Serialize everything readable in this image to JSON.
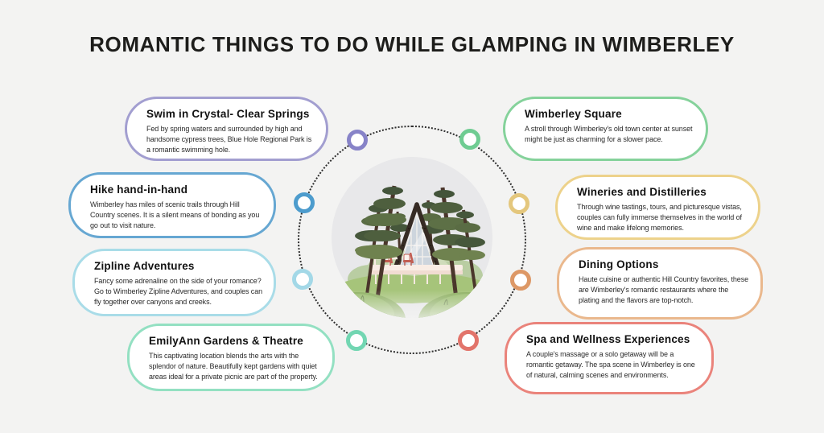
{
  "title": "ROMANTIC THINGS TO DO WHILE GLAMPING IN WIMBERLEY",
  "cards": [
    {
      "title": "Swim in Crystal- Clear Springs",
      "body": "Fed by spring waters and surrounded by high and handsome cypress trees, Blue Hole Regional Park is a romantic swimming hole.",
      "color": "#a29ed0"
    },
    {
      "title": "Hike hand-in-hand",
      "body": "Wimberley has miles of scenic trails through Hill Country scenes. It is a silent means of bonding as you go out to visit nature.",
      "color": "#66a7d2"
    },
    {
      "title": "Zipline Adventures",
      "body": "Fancy some adrenaline on the side of your romance? Go to Wimberley Zipline Adventures, and couples can fly together over canyons and creeks.",
      "color": "#a9dce8"
    },
    {
      "title": "EmilyAnn Gardens & Theatre",
      "body": "This captivating location blends the arts with the splendor of nature. Beautifully kept gardens with quiet areas ideal for a private picnic are part of the property.",
      "color": "#93e0c2"
    },
    {
      "title": "Wimberley Square",
      "body": "A stroll through Wimberley's old town center at sunset might be just as charming for a slower pace.",
      "color": "#85d29b"
    },
    {
      "title": "Wineries and Distilleries",
      "body": "Through wine tastings, tours, and picturesque vistas, couples can fully immerse themselves in the world of wine and make lifelong memories.",
      "color": "#edd28b"
    },
    {
      "title": "Dining Options",
      "body": "Haute cuisine or authentic Hill Country favorites, these are Wimberley's romantic restaurants where the plating and the flavors are top-notch.",
      "color": "#eab88d"
    },
    {
      "title": "Spa and Wellness Experiences",
      "body": "A couple's massage or a solo getaway will be a romantic getaway. The spa scene in Wimberley is one of natural, calming scenes and environments.",
      "color": "#ea837b"
    }
  ],
  "rings": [
    {
      "color": "#8783c8"
    },
    {
      "color": "#4d9ccd"
    },
    {
      "color": "#a3d8e7"
    },
    {
      "color": "#72d6b2"
    },
    {
      "color": "#6fcc92"
    },
    {
      "color": "#e4c77d"
    },
    {
      "color": "#dd9866"
    },
    {
      "color": "#e2746b"
    }
  ],
  "illustration": {
    "name": "a-frame-glamping-cabin-among-pine-trees",
    "background_circle_color": "#e8e8ea",
    "grass_color": "#a6c47a",
    "cabin_frame_color": "#362b24",
    "deck_color": "#f9ede5"
  }
}
